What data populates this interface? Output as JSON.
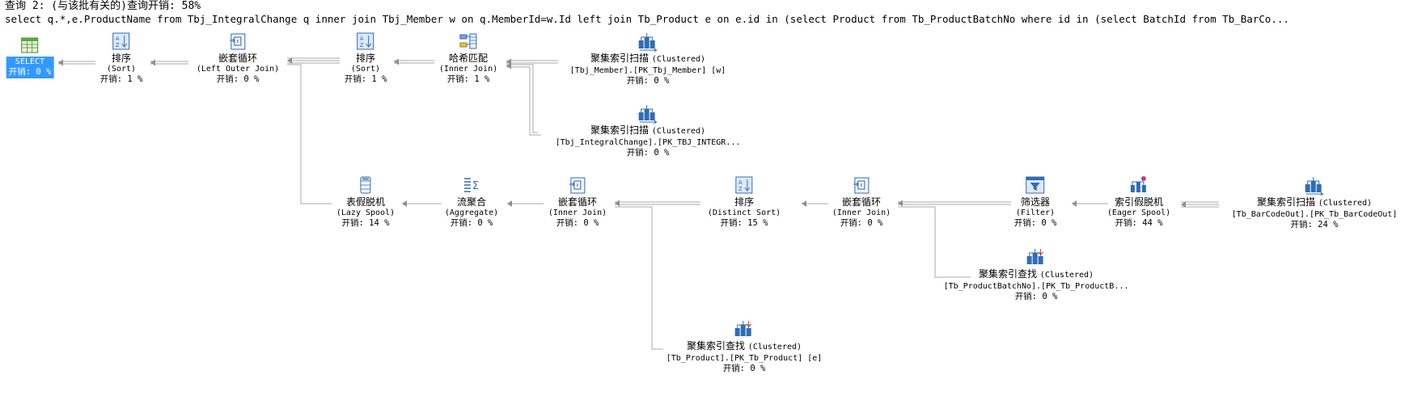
{
  "header": {
    "title": "查询 2: (与该批有关的)查询开销: 58%",
    "sql": "select q.*,e.ProductName from Tbj_IntegralChange q inner join Tbj_Member w on q.MemberId=w.Id left join Tb_Product e on e.id in (select Product from Tb_ProductBatchNo where id in (select BatchId from Tb_BarCo..."
  },
  "plan": {
    "select": {
      "name": "SELECT",
      "cost": "开销: 0 %",
      "icon": "select-table-icon"
    },
    "sort1": {
      "name": "排序",
      "sub": "(Sort)",
      "cost": "开销: 1 %",
      "icon": "sort-icon"
    },
    "nested_left": {
      "name": "嵌套循环",
      "sub": "(Left Outer Join)",
      "cost": "开销: 0 %",
      "icon": "nested-loops-icon"
    },
    "sort2": {
      "name": "排序",
      "sub": "(Sort)",
      "cost": "开销: 1 %",
      "icon": "sort-icon"
    },
    "hash": {
      "name": "哈希匹配",
      "sub": "(Inner Join)",
      "cost": "开销: 1 %",
      "icon": "hash-match-icon"
    },
    "scan_member": {
      "name": "聚集索引扫描",
      "type": "(Clustered)",
      "detail": "[Tbj_Member].[PK_Tbj_Member] [w]",
      "cost": "开销: 0 %",
      "icon": "clustered-index-scan-icon"
    },
    "scan_integral": {
      "name": "聚集索引扫描",
      "type": "(Clustered)",
      "detail": "[Tbj_IntegralChange].[PK_TBJ_INTEGR...",
      "cost": "开销: 0 %",
      "icon": "clustered-index-scan-icon"
    },
    "lazy_spool": {
      "name": "表假脱机",
      "sub": "(Lazy Spool)",
      "cost": "开销: 14 %",
      "icon": "table-spool-icon"
    },
    "aggregate": {
      "name": "流聚合",
      "sub": "(Aggregate)",
      "cost": "开销: 0 %",
      "icon": "stream-aggregate-icon"
    },
    "nested_inner1": {
      "name": "嵌套循环",
      "sub": "(Inner Join)",
      "cost": "开销: 0 %",
      "icon": "nested-loops-icon"
    },
    "distinct_sort": {
      "name": "排序",
      "sub": "(Distinct Sort)",
      "cost": "开销: 15 %",
      "icon": "sort-icon"
    },
    "nested_inner2": {
      "name": "嵌套循环",
      "sub": "(Inner Join)",
      "cost": "开销: 0 %",
      "icon": "nested-loops-icon"
    },
    "filter": {
      "name": "筛选器",
      "sub": "(Filter)",
      "cost": "开销: 0 %",
      "icon": "filter-icon"
    },
    "eager_spool": {
      "name": "索引假脱机",
      "sub": "(Eager Spool)",
      "cost": "开销: 44 %",
      "icon": "index-spool-icon"
    },
    "scan_barcode": {
      "name": "聚集索引扫描",
      "type": "(Clustered)",
      "detail": "[Tb_BarCodeOut].[PK_Tb_BarCodeOut]",
      "cost": "开销: 24 %",
      "icon": "clustered-index-scan-icon"
    },
    "seek_batch": {
      "name": "聚集索引查找",
      "type": "(Clustered)",
      "detail": "[Tb_ProductBatchNo].[PK_Tb_ProductB...",
      "cost": "开销: 0 %",
      "icon": "clustered-index-seek-icon"
    },
    "seek_product": {
      "name": "聚集索引查找",
      "type": "(Clustered)",
      "detail": "[Tb_Product].[PK_Tb_Product] [e]",
      "cost": "开销: 0 %",
      "icon": "clustered-index-seek-icon"
    }
  },
  "colors": {
    "edge": "#a0a0a0",
    "select_bg": "#3399ff",
    "icon_blue": "#2f6db5"
  }
}
